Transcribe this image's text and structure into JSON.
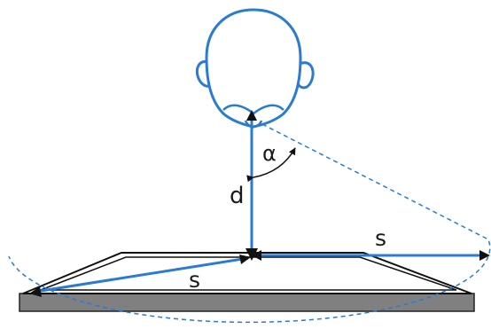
{
  "labels": {
    "distance": "d",
    "angle": "α",
    "span_right": "s",
    "span_left": "s"
  },
  "colors": {
    "accent": "#2b7bd0",
    "outline": "#111111",
    "table_edge": "#808080",
    "background": "#ffffff"
  },
  "icons": {
    "head": "head-top-view-icon"
  }
}
